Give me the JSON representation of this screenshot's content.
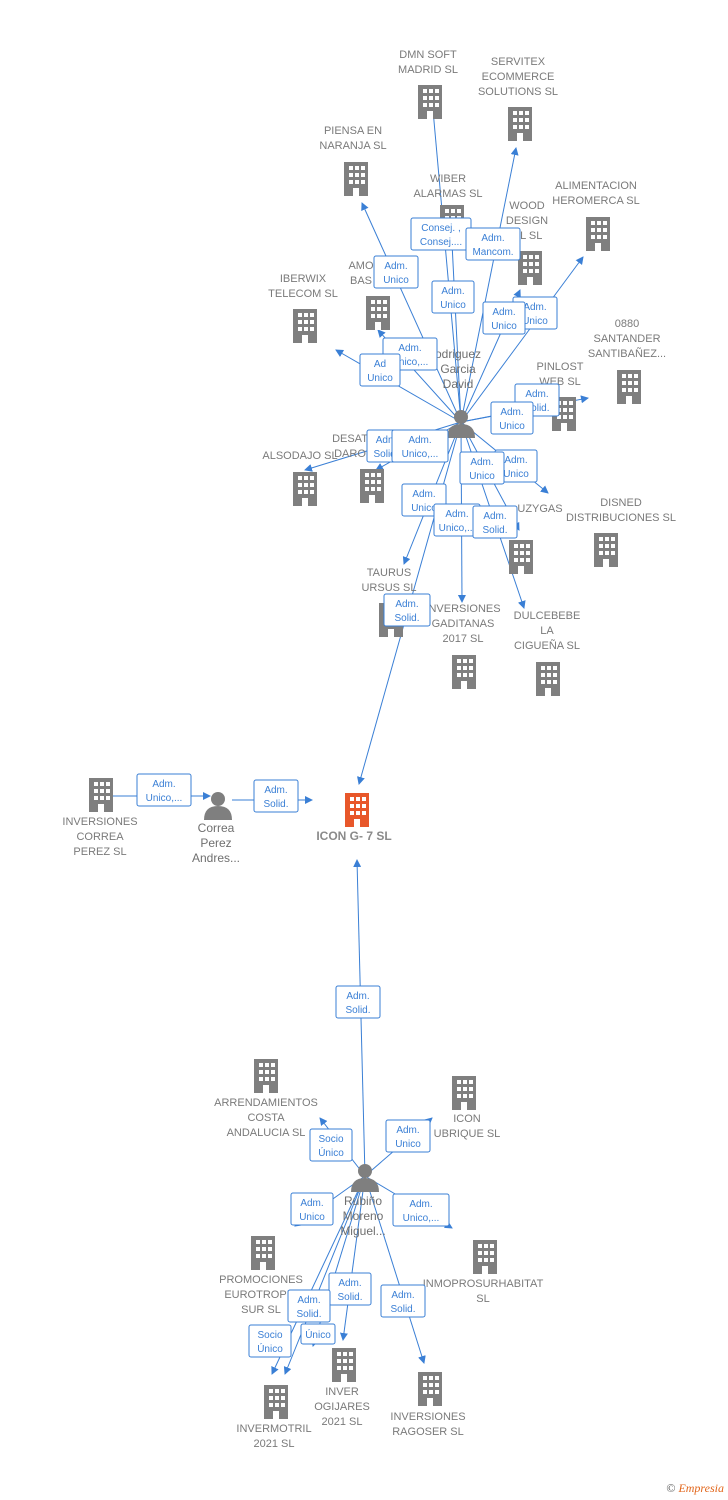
{
  "colors": {
    "edge": "#3a7fd5",
    "building": "#7f7f7f",
    "focus_building": "#e8572a",
    "person": "#7f7f7f"
  },
  "nodes": [
    {
      "id": "dmn",
      "type": "company",
      "label": [
        "DMN SOFT",
        "MADRID SL"
      ]
    },
    {
      "id": "servitex",
      "type": "company",
      "label": [
        "SERVITEX",
        "ECOMMERCE",
        "SOLUTIONS SL"
      ]
    },
    {
      "id": "piensa",
      "type": "company",
      "label": [
        "PIENSA EN",
        "NARANJA SL"
      ]
    },
    {
      "id": "wiber",
      "type": "company",
      "label": [
        "WIBER",
        "ALARMAS  SL"
      ]
    },
    {
      "id": "alimentacion",
      "type": "company",
      "label": [
        "ALIMENTACION",
        "HEROMERCA SL"
      ]
    },
    {
      "id": "wood",
      "type": "company",
      "label": [
        "WOOD",
        "DESIGN",
        "OL  SL"
      ]
    },
    {
      "id": "amo",
      "type": "company",
      "label": [
        "AMO",
        "BAS"
      ]
    },
    {
      "id": "iberwix",
      "type": "company",
      "label": [
        "IBERWIX",
        "TELECOM  SL"
      ]
    },
    {
      "id": "santander",
      "type": "company",
      "label": [
        "0880",
        "SANTANDER",
        "SANTIBAÑEZ..."
      ]
    },
    {
      "id": "pinlost",
      "type": "company",
      "label": [
        "PINLOST",
        "WEB  SL"
      ]
    },
    {
      "id": "alsodajo",
      "type": "company",
      "label": [
        "ALSODAJO SL"
      ]
    },
    {
      "id": "desat",
      "type": "company",
      "label": [
        "DESAT",
        "DARO"
      ]
    },
    {
      "id": "uzygas",
      "type": "company",
      "label": [
        "UZYGAS"
      ]
    },
    {
      "id": "disned",
      "type": "company",
      "label": [
        "DISNED",
        "DISTRIBUCIONES SL"
      ]
    },
    {
      "id": "taurus",
      "type": "company",
      "label": [
        "TAURUS",
        "URSUS  SL"
      ]
    },
    {
      "id": "gaditanas",
      "type": "company",
      "label": [
        "INVERSIONES",
        "GADITANAS",
        "2017  SL"
      ]
    },
    {
      "id": "dulcebebe",
      "type": "company",
      "label": [
        "DULCEBEBE",
        "LA",
        "CIGUEÑA  SL"
      ]
    },
    {
      "id": "correa_sl",
      "type": "company",
      "label": [
        "INVERSIONES",
        "CORREA",
        "PEREZ  SL"
      ]
    },
    {
      "id": "icon",
      "type": "focus",
      "label": [
        "ICON G- 7  SL"
      ]
    },
    {
      "id": "arrendamientos",
      "type": "company",
      "label": [
        "ARRENDAMIENTOS",
        "COSTA",
        "ANDALUCIA  SL"
      ]
    },
    {
      "id": "ubrique",
      "type": "company",
      "label": [
        "ICON",
        "UBRIQUE  SL"
      ]
    },
    {
      "id": "promociones",
      "type": "company",
      "label": [
        "PROMOCIONES",
        "EUROTROPIC",
        "SUR SL"
      ]
    },
    {
      "id": "inmopro",
      "type": "company",
      "label": [
        "INMOPROSURHABITAT",
        "SL"
      ]
    },
    {
      "id": "invermotril",
      "type": "company",
      "label": [
        "INVERMOTRIL",
        "2021  SL"
      ]
    },
    {
      "id": "ogijares",
      "type": "company",
      "label": [
        "INVER",
        "OGIJARES",
        "2021  SL"
      ]
    },
    {
      "id": "ragoser",
      "type": "company",
      "label": [
        "INVERSIONES",
        "RAGOSER  SL"
      ]
    },
    {
      "id": "rodriguez",
      "type": "person",
      "label": [
        "odriguez",
        "Garcia",
        "David"
      ]
    },
    {
      "id": "correa",
      "type": "person",
      "label": [
        "Correa",
        "Perez",
        "Andres..."
      ]
    },
    {
      "id": "rubino",
      "type": "person",
      "label": [
        "Rubiño",
        "Moreno",
        "Miguel..."
      ]
    }
  ],
  "roles": [
    [
      "Consej. ,",
      "Consej...."
    ],
    [
      "Adm.",
      "Mancom."
    ],
    [
      "Adm.",
      "Unico"
    ],
    [
      "Adm.",
      "Unico"
    ],
    [
      "Adm.",
      "Unico"
    ],
    [
      "Adm.",
      "Unico"
    ],
    [
      "Adm.",
      "Unico,..."
    ],
    [
      "Ad",
      "Unico"
    ],
    [
      "Adm.",
      "Solid."
    ],
    [
      "Adm.",
      "Unico"
    ],
    [
      "Adm",
      "Solid."
    ],
    [
      "Adm.",
      "Unico,..."
    ],
    [
      "Adm.",
      "Unico"
    ],
    [
      "Adm.",
      "Unico"
    ],
    [
      "Adm.",
      "Unico"
    ],
    [
      "Adm.",
      "Unico,..."
    ],
    [
      "Adm.",
      "Solid."
    ],
    [
      "Adm.",
      "Solid."
    ],
    [
      "Adm.",
      "Unico,..."
    ],
    [
      "Adm.",
      "Solid."
    ],
    [
      "Adm.",
      "Solid."
    ],
    [
      "Socio",
      "Único"
    ],
    [
      "Adm.",
      "Unico"
    ],
    [
      "Adm.",
      "Unico"
    ],
    [
      "Adm.",
      "Unico,..."
    ],
    [
      "Adm.",
      "Solid."
    ],
    [
      "Adm.",
      "Solid."
    ],
    [
      "Adm.",
      "Solid."
    ],
    [
      "Único"
    ],
    [
      "Socio",
      "Único"
    ]
  ],
  "copyright": {
    "symbol": "©",
    "brand": "Empresia"
  }
}
